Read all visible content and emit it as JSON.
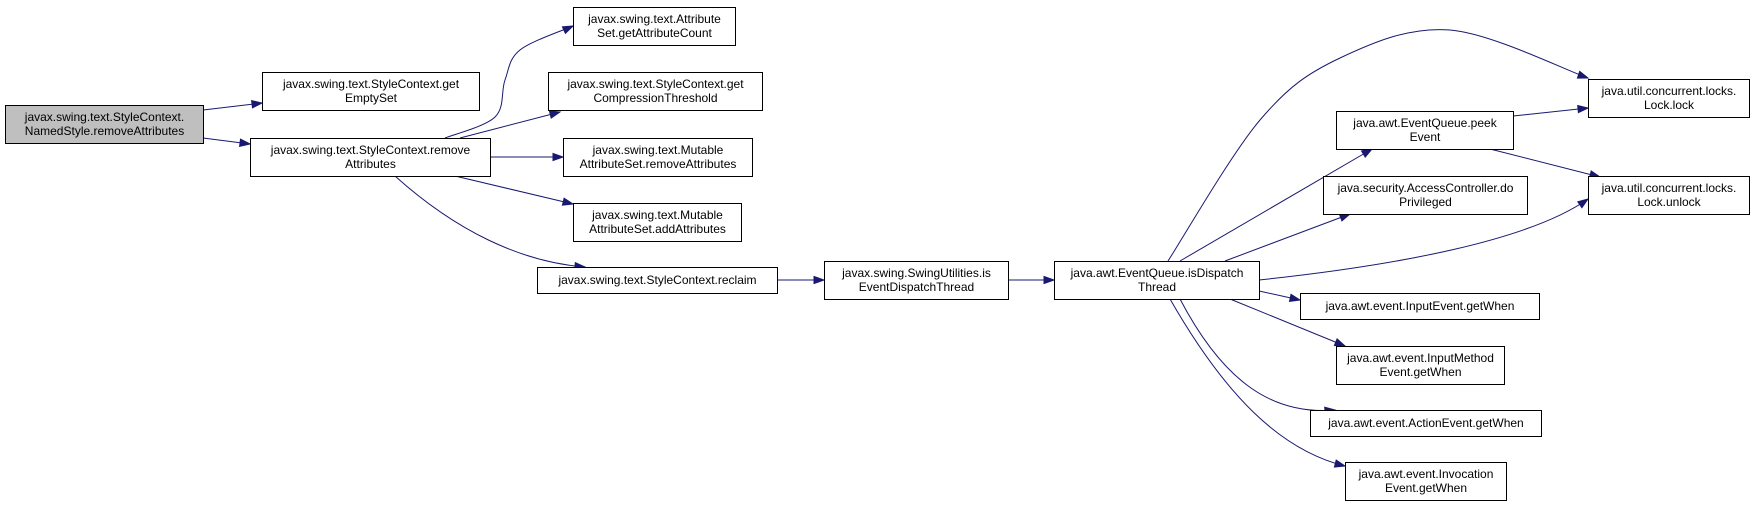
{
  "colors": {
    "edge": "#191970",
    "node_fill": "#ffffff",
    "root_fill": "#bfbfbf",
    "node_border": "#000000"
  },
  "nodes": [
    {
      "id": "root",
      "lines": [
        "javax.swing.text.StyleContext.",
        "NamedStyle.removeAttributes"
      ],
      "root": true
    },
    {
      "id": "getEmptySet",
      "lines": [
        "javax.swing.text.StyleContext.get",
        "EmptySet"
      ]
    },
    {
      "id": "scRemove",
      "lines": [
        "javax.swing.text.StyleContext.remove",
        "Attributes"
      ]
    },
    {
      "id": "getAttrCount",
      "lines": [
        "javax.swing.text.Attribute",
        "Set.getAttributeCount"
      ]
    },
    {
      "id": "getCompression",
      "lines": [
        "javax.swing.text.StyleContext.get",
        "CompressionThreshold"
      ]
    },
    {
      "id": "masRemove",
      "lines": [
        "javax.swing.text.Mutable",
        "AttributeSet.removeAttributes"
      ]
    },
    {
      "id": "masAdd",
      "lines": [
        "javax.swing.text.Mutable",
        "AttributeSet.addAttributes"
      ]
    },
    {
      "id": "reclaim",
      "lines": [
        "javax.swing.text.StyleContext.reclaim"
      ]
    },
    {
      "id": "isEDT",
      "lines": [
        "javax.swing.SwingUtilities.is",
        "EventDispatchThread"
      ]
    },
    {
      "id": "eqIsDispatch",
      "lines": [
        "java.awt.EventQueue.isDispatch",
        "Thread"
      ]
    },
    {
      "id": "peekEvent",
      "lines": [
        "java.awt.EventQueue.peek",
        "Event"
      ]
    },
    {
      "id": "doPriv",
      "lines": [
        "java.security.AccessController.do",
        "Privileged"
      ]
    },
    {
      "id": "lock",
      "lines": [
        "java.util.concurrent.locks.",
        "Lock.lock"
      ]
    },
    {
      "id": "unlock",
      "lines": [
        "java.util.concurrent.locks.",
        "Lock.unlock"
      ]
    },
    {
      "id": "inputEvt",
      "lines": [
        "java.awt.event.InputEvent.getWhen"
      ]
    },
    {
      "id": "inputMethod",
      "lines": [
        "java.awt.event.InputMethod",
        "Event.getWhen"
      ]
    },
    {
      "id": "actionEvt",
      "lines": [
        "java.awt.event.ActionEvent.getWhen"
      ]
    },
    {
      "id": "invocation",
      "lines": [
        "java.awt.event.Invocation",
        "Event.getWhen"
      ]
    }
  ],
  "edges": [
    {
      "from": "root",
      "to": "getEmptySet"
    },
    {
      "from": "root",
      "to": "scRemove"
    },
    {
      "from": "scRemove",
      "to": "getAttrCount"
    },
    {
      "from": "scRemove",
      "to": "getCompression"
    },
    {
      "from": "scRemove",
      "to": "masRemove"
    },
    {
      "from": "scRemove",
      "to": "masAdd"
    },
    {
      "from": "scRemove",
      "to": "reclaim"
    },
    {
      "from": "reclaim",
      "to": "isEDT"
    },
    {
      "from": "isEDT",
      "to": "eqIsDispatch"
    },
    {
      "from": "eqIsDispatch",
      "to": "lock"
    },
    {
      "from": "eqIsDispatch",
      "to": "peekEvent"
    },
    {
      "from": "eqIsDispatch",
      "to": "doPriv"
    },
    {
      "from": "eqIsDispatch",
      "to": "unlock"
    },
    {
      "from": "eqIsDispatch",
      "to": "inputEvt"
    },
    {
      "from": "eqIsDispatch",
      "to": "inputMethod"
    },
    {
      "from": "eqIsDispatch",
      "to": "actionEvt"
    },
    {
      "from": "eqIsDispatch",
      "to": "invocation"
    },
    {
      "from": "peekEvent",
      "to": "lock"
    },
    {
      "from": "peekEvent",
      "to": "unlock"
    }
  ]
}
